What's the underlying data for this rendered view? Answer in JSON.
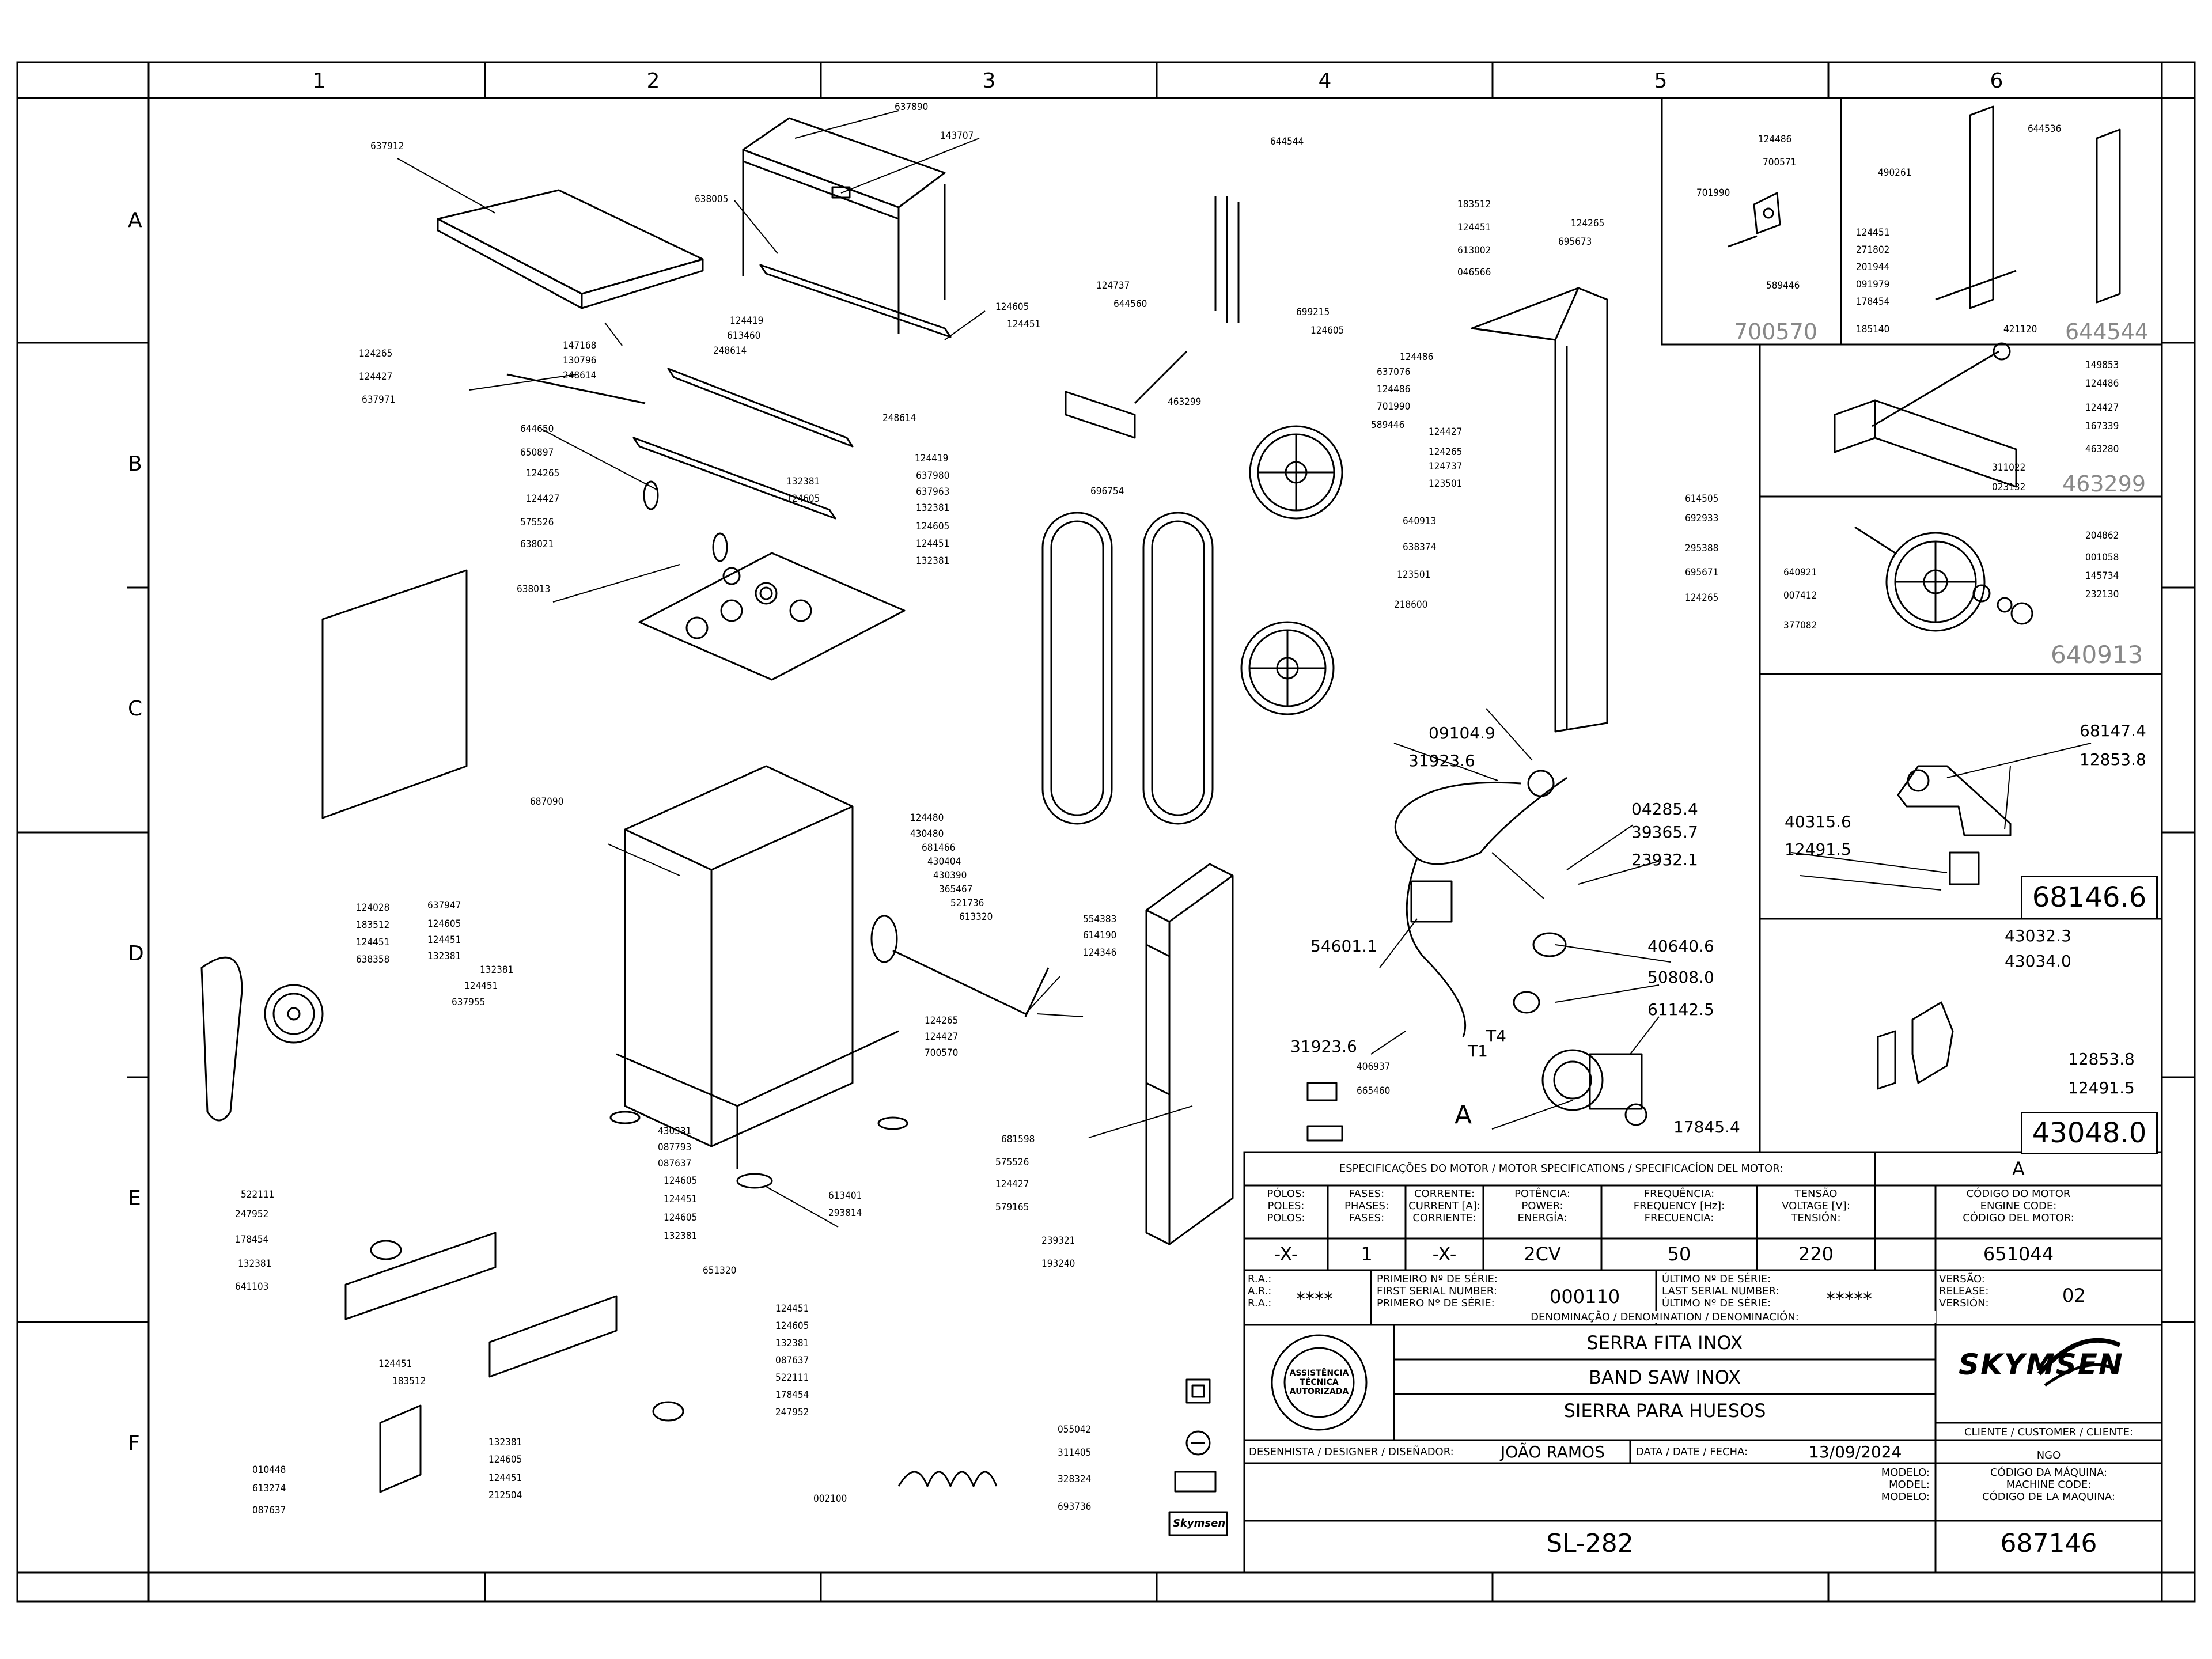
{
  "grid": {
    "columns": [
      "1",
      "2",
      "3",
      "4",
      "5",
      "6"
    ],
    "rows": [
      "A",
      "B",
      "C",
      "D",
      "E",
      "F"
    ]
  },
  "parts_top_left": [
    "637912",
    "637890",
    "143707",
    "638005",
    "124605",
    "124451",
    "124265",
    "124427",
    "637971",
    "147168",
    "130796",
    "248614",
    "124419",
    "613460",
    "248614",
    "644650",
    "650897",
    "124265",
    "124427",
    "575526",
    "638021",
    "638013",
    "248614",
    "124419",
    "132381",
    "124605",
    "637980",
    "637963",
    "132381",
    "124605",
    "124451",
    "132381"
  ],
  "parts_mid": [
    "644544",
    "124737",
    "644560",
    "463299",
    "696754",
    "183512",
    "124451",
    "613002",
    "046566",
    "699215",
    "124605",
    "124265",
    "695673",
    "124486",
    "637076",
    "124486",
    "701990",
    "589446",
    "124427",
    "124265",
    "124737",
    "123501",
    "640913",
    "638374",
    "123501",
    "218600",
    "614505",
    "692933",
    "295388",
    "695671",
    "124265"
  ],
  "parts_machine": [
    "687090",
    "124480",
    "430480",
    "681466",
    "430404",
    "430390",
    "365467",
    "521736",
    "613320",
    "637947",
    "124605",
    "124451",
    "132381",
    "132381",
    "124451",
    "637955",
    "124028",
    "183512",
    "124451",
    "638358",
    "124265",
    "124427",
    "700570",
    "554383",
    "614190",
    "124346",
    "430331",
    "087793",
    "087637",
    "613401",
    "293814",
    "681598",
    "575526",
    "124427",
    "579165",
    "239321",
    "193240"
  ],
  "parts_bottom": [
    "522111",
    "247952",
    "178454",
    "132381",
    "641103",
    "124605",
    "124451",
    "124605",
    "132381",
    "651320",
    "124451",
    "183512",
    "124451",
    "124605",
    "132381",
    "087637",
    "522111",
    "178454",
    "247952",
    "010448",
    "613274",
    "087637",
    "132381",
    "124605",
    "124451",
    "212504",
    "002100",
    "055042",
    "311405",
    "328324",
    "693736"
  ],
  "parts_electrical": [
    "09104.9",
    "31923.6",
    "04285.4",
    "39365.7",
    "23932.1",
    "54601.1",
    "40640.6",
    "50808.0",
    "61142.5",
    "31923.6",
    "T4",
    "T1",
    "406937",
    "665460",
    "A",
    "17845.4"
  ],
  "detail_700570": {
    "label": "700570",
    "parts": [
      "124486",
      "700571",
      "701990",
      "589446"
    ]
  },
  "detail_644544": {
    "label": "644544",
    "parts": [
      "644536",
      "490261",
      "124451",
      "271802",
      "201944",
      "091979",
      "178454",
      "185140",
      "421120"
    ]
  },
  "detail_463299": {
    "label": "463299",
    "parts": [
      "149853",
      "124486",
      "124427",
      "167339",
      "463280",
      "311022",
      "023132"
    ]
  },
  "detail_640913": {
    "label": "640913",
    "parts": [
      "640921",
      "007412",
      "377082",
      "204862",
      "001058",
      "145734",
      "232130"
    ]
  },
  "detail_68146": {
    "label": "68146.6",
    "parts": [
      "68147.4",
      "12853.8",
      "40315.6",
      "12491.5"
    ]
  },
  "detail_43048": {
    "label": "43048.0",
    "parts": [
      "43032.3",
      "43034.0",
      "12853.8",
      "12491.5"
    ]
  },
  "motor_table": {
    "header": "ESPECIFICAÇÕES DO MOTOR / MOTOR SPECIFICATIONS / SPECIFICACÍON DEL MOTOR:",
    "variant": "A",
    "columns": [
      {
        "label": "PÓLOS:\nPOLES:\nPOLOS:",
        "value": "-X-"
      },
      {
        "label": "FASES:\nPHASES:\nFASES:",
        "value": "1"
      },
      {
        "label": "CORRENTE:\nCURRENT [A]:\nCORRIENTE:",
        "value": "-X-"
      },
      {
        "label": "POTÊNCIA:\nPOWER:\nENERGÍA:",
        "value": "2CV"
      },
      {
        "label": "FREQUÊNCIA:\nFREQUENCY [Hz]:\nFRECUENCIA:",
        "value": "50"
      },
      {
        "label": "TENSÃO\nVOLTAGE [V]:\nTENSIÓN:",
        "value": "220"
      }
    ],
    "code_label": "CÓDIGO DO MOTOR\nENGINE CODE:\nCÓDIGO DEL MOTOR:",
    "code_value": "651044"
  },
  "serial": {
    "ra_label": "R.A.:\nA.R.:\nR.A.:",
    "ra_value": "****",
    "first_label": "PRIMEIRO Nº DE SÉRIE:\nFIRST SERIAL NUMBER:\nPRIMERO Nº DE SÉRIE:",
    "first_value": "000110",
    "last_label": "ÚLTIMO Nº DE SÉRIE:\nLAST SERIAL NUMBER:\nÚLTIMO Nº DE SÉRIE:",
    "last_value": "*****",
    "version_label": "VERSÃO:\nRELEASE:\nVERSIÓN:",
    "version_value": "02"
  },
  "denomination": {
    "label": "DENOMINAÇÃO / DENOMINATION / DENOMINACIÓN:",
    "pt": "SERRA FITA INOX",
    "en": "BAND SAW INOX",
    "es": "SIERRA PARA HUESOS"
  },
  "stamp_text": "ASSISTÊNCIA TÉCNICA AUTORIZADA",
  "brand": "SKYMSEN",
  "client_label": "CLIENTE / CUSTOMER / CLIENTE:",
  "client_value": "NGO",
  "designer_label": "DESENHISTA / DESIGNER / DISEÑADOR:",
  "designer_value": "JOÃO RAMOS",
  "date_label": "DATA / DATE / FECHA:",
  "date_value": "13/09/2024",
  "model_label": "MODELO:\nMODEL:\nMODELO:",
  "model_value": "SL-282",
  "machine_code_label": "CÓDIGO DA MÁQUINA:\nMACHINE CODE:\nCÓDIGO DE LA MAQUINA:",
  "machine_code_value": "687146",
  "logo_plate_text": "Skymsen",
  "colors": {
    "ink": "#000000",
    "paper": "#ffffff",
    "ref_label": "#888888"
  }
}
